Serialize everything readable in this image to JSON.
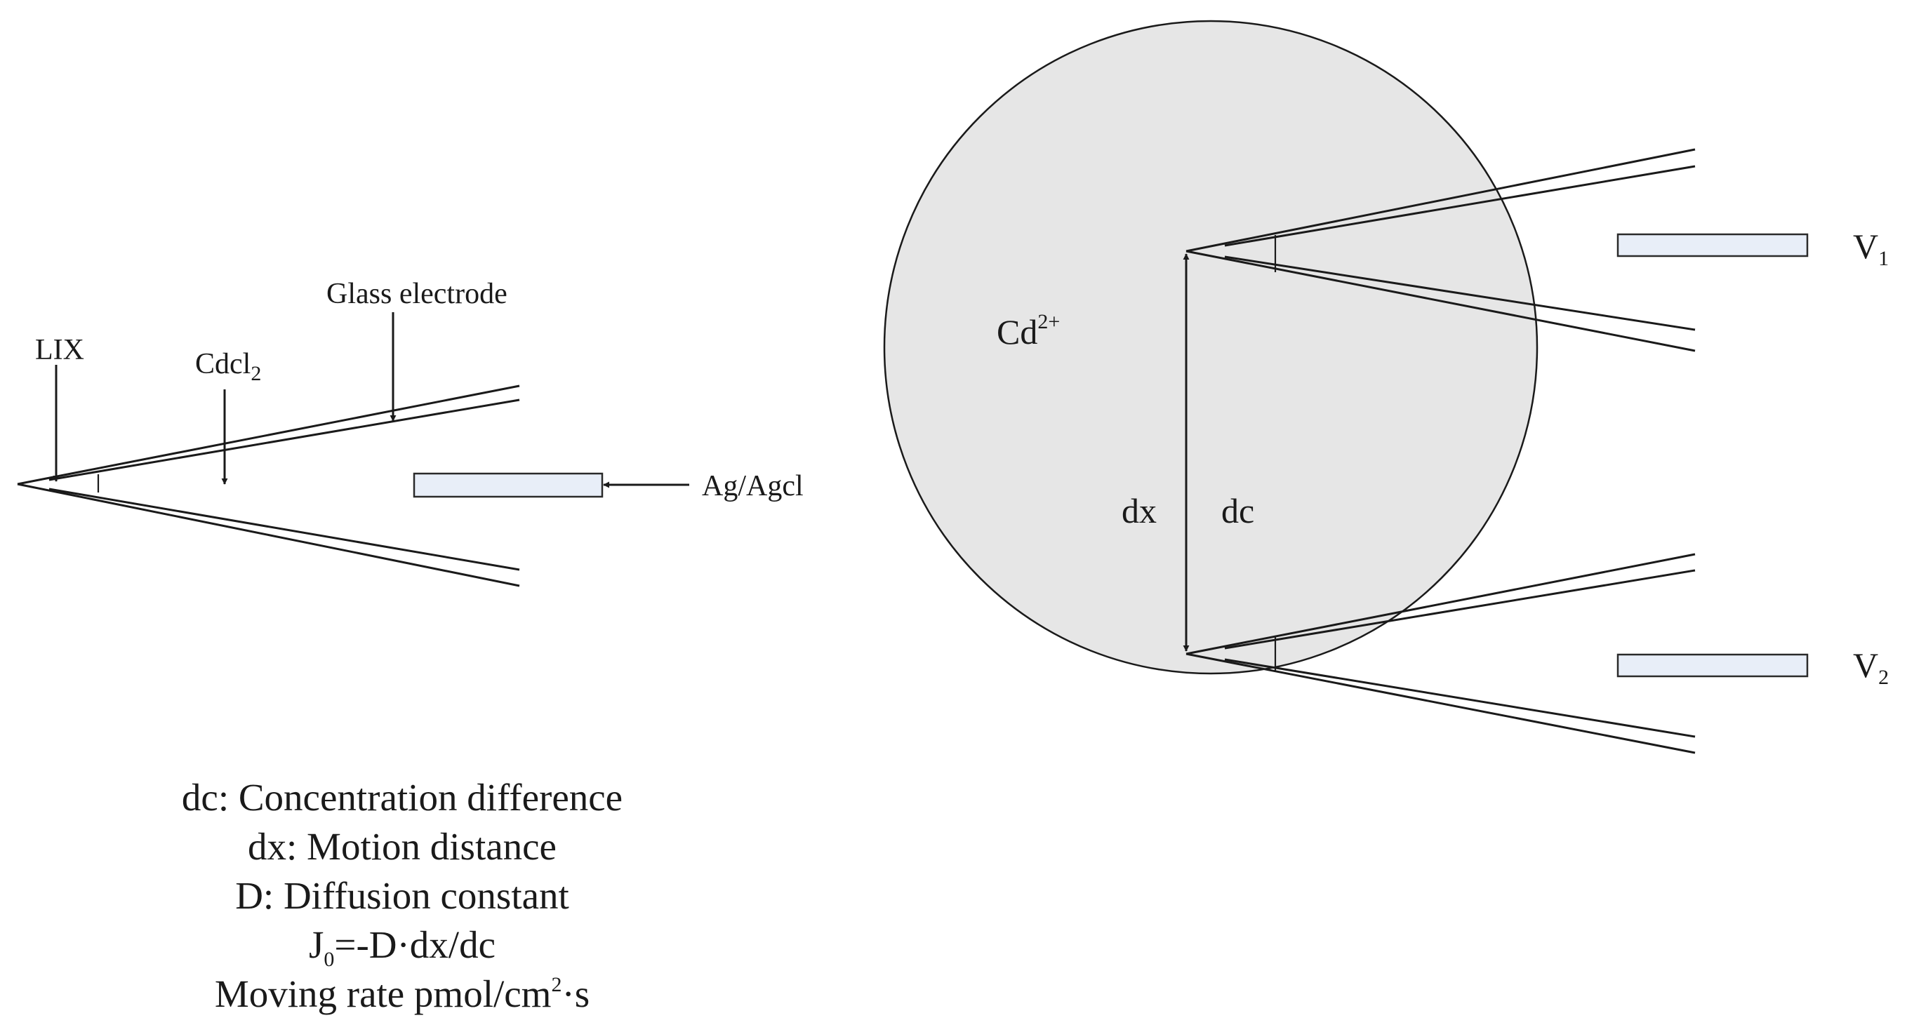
{
  "labels": {
    "glass_electrode": "Glass electrode",
    "lix": "LIX",
    "cdcl_main": "Cdcl",
    "cdcl_sub": "2",
    "ag_agcl": "Ag/Agcl",
    "cd_main": "Cd",
    "cd_sup": "2+",
    "dx": "dx",
    "dc": "dc",
    "v1_main": "V",
    "v1_sub": "1",
    "v2_main": "V",
    "v2_sub": "2"
  },
  "legend": {
    "line1": "dc: Concentration difference",
    "line2": "dx: Motion distance",
    "line3": "D: Diffusion constant",
    "line4_main": "J",
    "line4_sub": "0",
    "line4_rest": "=-D·dx/dc",
    "line5_main": "Moving rate pmol/cm",
    "line5_sup": "2",
    "line5_rest": "·s"
  },
  "colors": {
    "circle_fill": "#e6e6e6",
    "reference_fill": "#e8eef8"
  }
}
